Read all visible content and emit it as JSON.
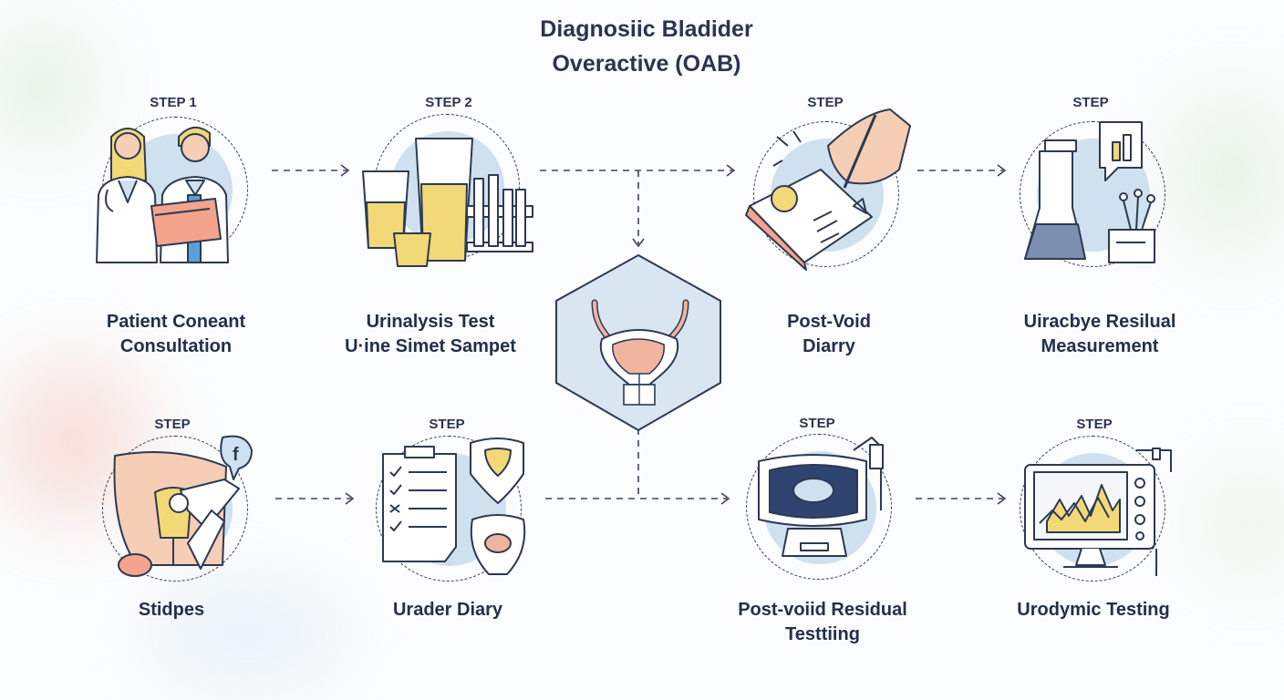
{
  "title": {
    "line1": "Diagnosiic Bladider",
    "line2": "Overactive (OAB)"
  },
  "steps": [
    {
      "step": "STEP 1",
      "caption_line1": "Patient Coneant",
      "caption_line2": "Consultation",
      "icon": "doctors-consultation-icon"
    },
    {
      "step": "STEP 2",
      "caption_line1": "Urinalysis Test",
      "caption_line2": "U·ine Simet Sampet",
      "icon": "urine-cups-test-tubes-icon"
    },
    {
      "step": "STEP",
      "caption_line1": "Post-Void",
      "caption_line2": "Diarry",
      "icon": "diary-writing-icon"
    },
    {
      "step": "STEP",
      "caption_line1": "Uiracbye Resilual",
      "caption_line2": "Measurement",
      "icon": "lab-flask-measurement-icon"
    },
    {
      "step": "STEP",
      "caption_line1": "Stidpes",
      "caption_line2": "",
      "icon": "pelvic-exam-icon"
    },
    {
      "step": "STEP",
      "caption_line1": "Urader Diary",
      "caption_line2": "",
      "icon": "checklist-bladder-icon"
    },
    {
      "step": "STEP",
      "caption_line1": "Post-voiid Residual",
      "caption_line2": "Testtiing",
      "icon": "ultrasound-scanner-icon"
    },
    {
      "step": "STEP",
      "caption_line1": "Urodymic Testing",
      "caption_line2": "",
      "icon": "urodynamic-monitor-icon"
    }
  ],
  "center_icon": "bladder-hexagon-icon",
  "colors": {
    "ink": "#2a3550",
    "circle_fill": "#cfe0ee",
    "urine": "#f3d878",
    "skin": "#f6cdb5",
    "bladder": "#f1b49e"
  }
}
